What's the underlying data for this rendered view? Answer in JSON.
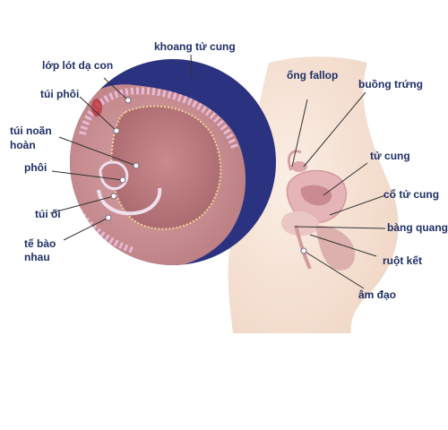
{
  "labels": {
    "khoang_tu_cung": "khoang tử cung",
    "lop_lot_da_con": "lớp lót dạ con",
    "tui_phoi": "túi phôi",
    "tui_noan_hoang_1": "túi noãn",
    "tui_noan_hoang_2": "hoàn",
    "phoi": "phôi",
    "tui_oi": "túi ối",
    "te_bao_nhau_1": "tế bào",
    "te_bao_nhau_2": "nhau",
    "ong_fallop": "ống fallop",
    "buong_trung": "buồng trứng",
    "tu_cung": "tử cung",
    "co_tu_cung": "cổ tử cung",
    "bang_quang": "bàng quang",
    "ruot_ket": "ruột kết",
    "am_dao": "âm đạo"
  },
  "colors": {
    "label_text": "#1f2f66",
    "background_circle": "#2b3280",
    "tissue": "#c98f93",
    "body_skin": "#f6e3d6",
    "marker": "#ffffff"
  }
}
